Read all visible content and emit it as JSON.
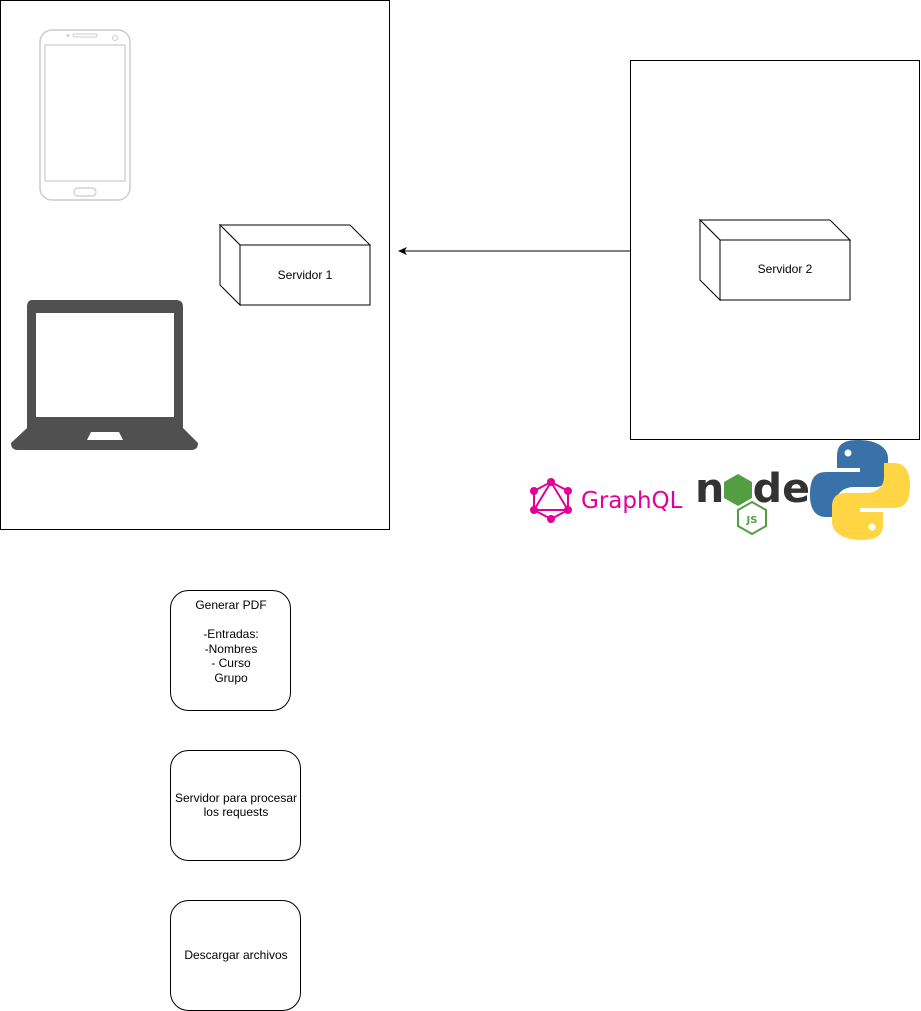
{
  "colors": {
    "stroke": "#000000",
    "device_light": "#cccccc",
    "laptop": "#505050",
    "graphql": "#e10098",
    "node_green": "#539e43",
    "node_dark": "#333333",
    "python_blue": "#3872a8",
    "python_yellow": "#ffd543"
  },
  "left_container": {
    "devices": [
      "smartphone-icon",
      "laptop-icon"
    ],
    "server": {
      "label": "Servidor 1"
    }
  },
  "right_container": {
    "server": {
      "label": "Servidor 2"
    }
  },
  "edges": [
    {
      "from": "right_container",
      "to": "left_container",
      "arrow": "end"
    }
  ],
  "logos": {
    "graphql": {
      "text": "GraphQL",
      "icon": "graphql-icon"
    },
    "nodejs": {
      "text": "node",
      "badge": "JS",
      "icon": "nodejs-icon"
    },
    "python": {
      "icon": "python-icon"
    }
  },
  "notes": [
    {
      "id": "generar_pdf",
      "text": "Generar PDF\n\n-Entradas:\n-Nombres\n- Curso\nGrupo"
    },
    {
      "id": "servidor_requests",
      "text": "Servidor para procesar\nlos requests"
    },
    {
      "id": "descargar",
      "text": "Descargar archivos"
    }
  ]
}
